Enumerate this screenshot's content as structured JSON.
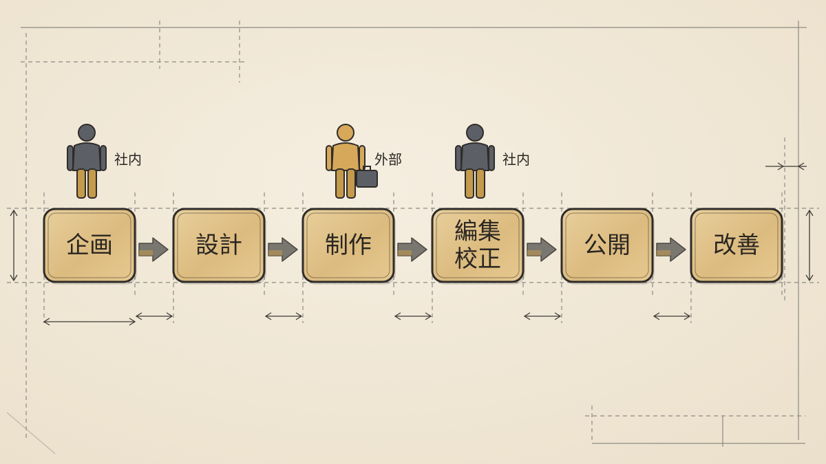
{
  "colors": {
    "paper": "#f1e9d9",
    "box_fill": "#e2c48c",
    "box_border": "#2f2c29",
    "arrow": "#7a7670",
    "figure_internal": "#5c6066",
    "figure_external": "#d6a85a",
    "figure_lower": "#c49a4c",
    "guide": "#8d8a84"
  },
  "steps": [
    {
      "lines": [
        "企画"
      ]
    },
    {
      "lines": [
        "設計"
      ]
    },
    {
      "lines": [
        "制作"
      ]
    },
    {
      "lines": [
        "編集",
        "校正"
      ]
    },
    {
      "lines": [
        "公開"
      ]
    },
    {
      "lines": [
        "改善"
      ]
    }
  ],
  "roles": [
    {
      "step": 0,
      "label": "社内",
      "type": "internal",
      "icon": "person-icon"
    },
    {
      "step": 2,
      "label": "外部",
      "type": "external",
      "icon": "person-briefcase-icon"
    },
    {
      "step": 3,
      "label": "社内",
      "type": "internal",
      "icon": "person-icon"
    }
  ]
}
